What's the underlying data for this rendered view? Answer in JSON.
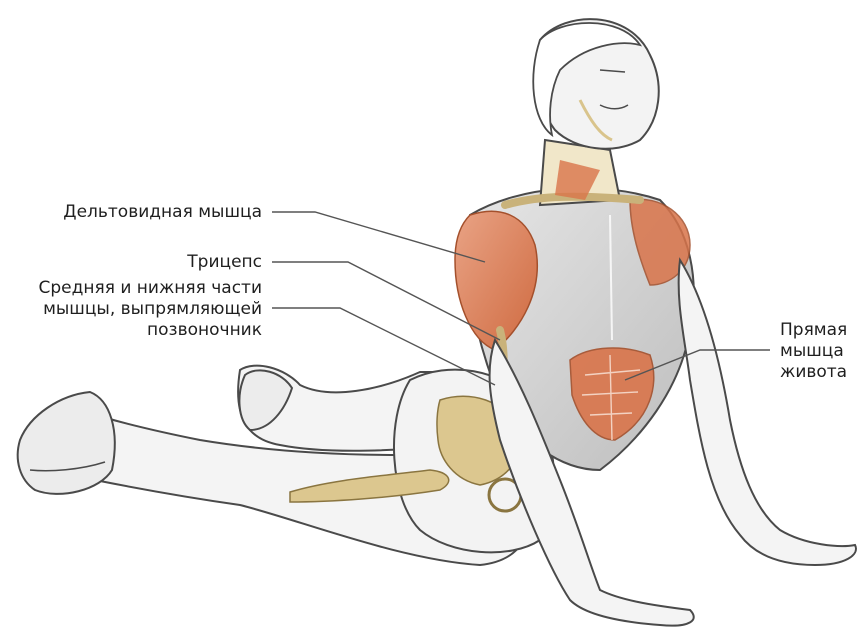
{
  "labels": {
    "deltoid": [
      "Дельтовидная мышца"
    ],
    "triceps": [
      "Трицепс"
    ],
    "erector": [
      "Средняя и нижняя части",
      "мышцы, выпрямляющей",
      "позвоночник"
    ],
    "rectus": [
      "Прямая",
      "мышца",
      "живота"
    ]
  },
  "colors": {
    "outline": "#4a4a4a",
    "skin": "#f2f2f2",
    "muscle": "#d9744a",
    "muscle_light": "#e89a78",
    "bone": "#d9c48c",
    "leader": "#555555",
    "torso_shade": "#cfcfcf"
  }
}
